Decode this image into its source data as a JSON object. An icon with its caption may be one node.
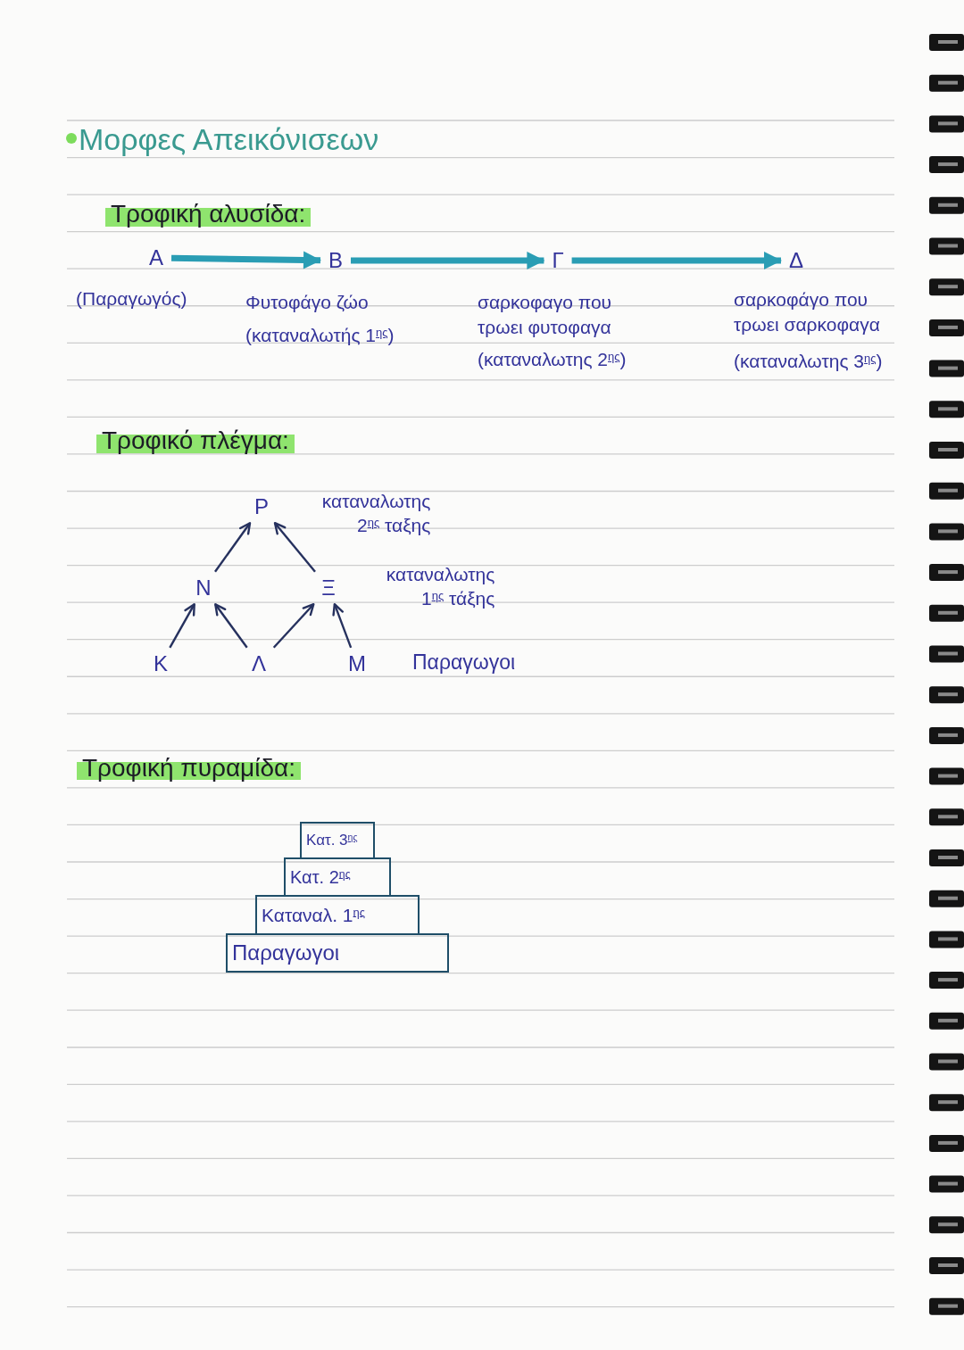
{
  "diagram": {
    "title": "Μορφες Απεικόνισεων",
    "nodes": [
      {
        "text": [
          "Α"
        ],
        "beside": [
          "(Παραγωγός)"
        ]
      },
      {
        "text": [
          "Β"
        ],
        "beside": [
          "Φυτοφάγο ζώο",
          "(καταναλωτής 1$^{ης}$)"
        ]
      },
      {
        "text": [
          "Γ"
        ],
        "beside": [
          "σαρκοφαγο που τρωει φυτοφαγα",
          "(καταναλωτης 2$^{ης}$)"
        ]
      },
      {
        "text": [
          "Δ"
        ],
        "beside": [
          "σαρκοφάγο που τρωει σαρκοφαγα",
          "(καταναλωτης 3$^{ης}$)"
        ]
      },
      {
        "text": [
          "Ρ"
        ]
      },
      {
        "text": [
          "Ν"
        ]
      },
      {
        "text": [
          "Ξ"
        ]
      },
      {
        "text": [
          "Κ"
        ]
      },
      {
        "text": [
          "Λ"
        ]
      },
      {
        "text": [
          "Μ"
        ]
      },
      {
        "text": [
          "Κατ. 3$^{ης}$"
        ]
      },
      {
        "text": [
          "Κατ. 2$^{ης}$"
        ]
      },
      {
        "text": [
          "Καταναλ. 1$^{ης}$"
        ]
      },
      {
        "text": [
          "Παραγωγοι"
        ]
      }
    ],
    "edges": [
      {
        "from": 0,
        "to": 1,
        "arrow": "to",
        "style": "thick",
        "color": "#2a9db4"
      },
      {
        "from": 1,
        "to": 2,
        "arrow": "to",
        "style": "thick",
        "color": "#2a9db4"
      },
      {
        "from": 2,
        "to": 3,
        "arrow": "to",
        "style": "thick",
        "color": "#2a9db4"
      },
      {
        "from": 5,
        "to": 4,
        "arrow": "to"
      },
      {
        "from": 6,
        "to": 4,
        "arrow": "to"
      },
      {
        "from": 7,
        "to": 5,
        "arrow": "to"
      },
      {
        "from": 8,
        "to": 5,
        "arrow": "to"
      },
      {
        "from": 8,
        "to": 6,
        "arrow": "to"
      },
      {
        "from": 9,
        "to": 6,
        "arrow": "to"
      }
    ],
    "labels": [
      "Τροφική αλυσίδα:",
      "Τροφικό πλέγμα:",
      "καταναλωτης 2$^{ης}$ ταξης",
      "καταναλωτης 1$^{ης}$ τάξης",
      "Παραγωγοι",
      "Τροφική πυραμίδα:"
    ]
  }
}
